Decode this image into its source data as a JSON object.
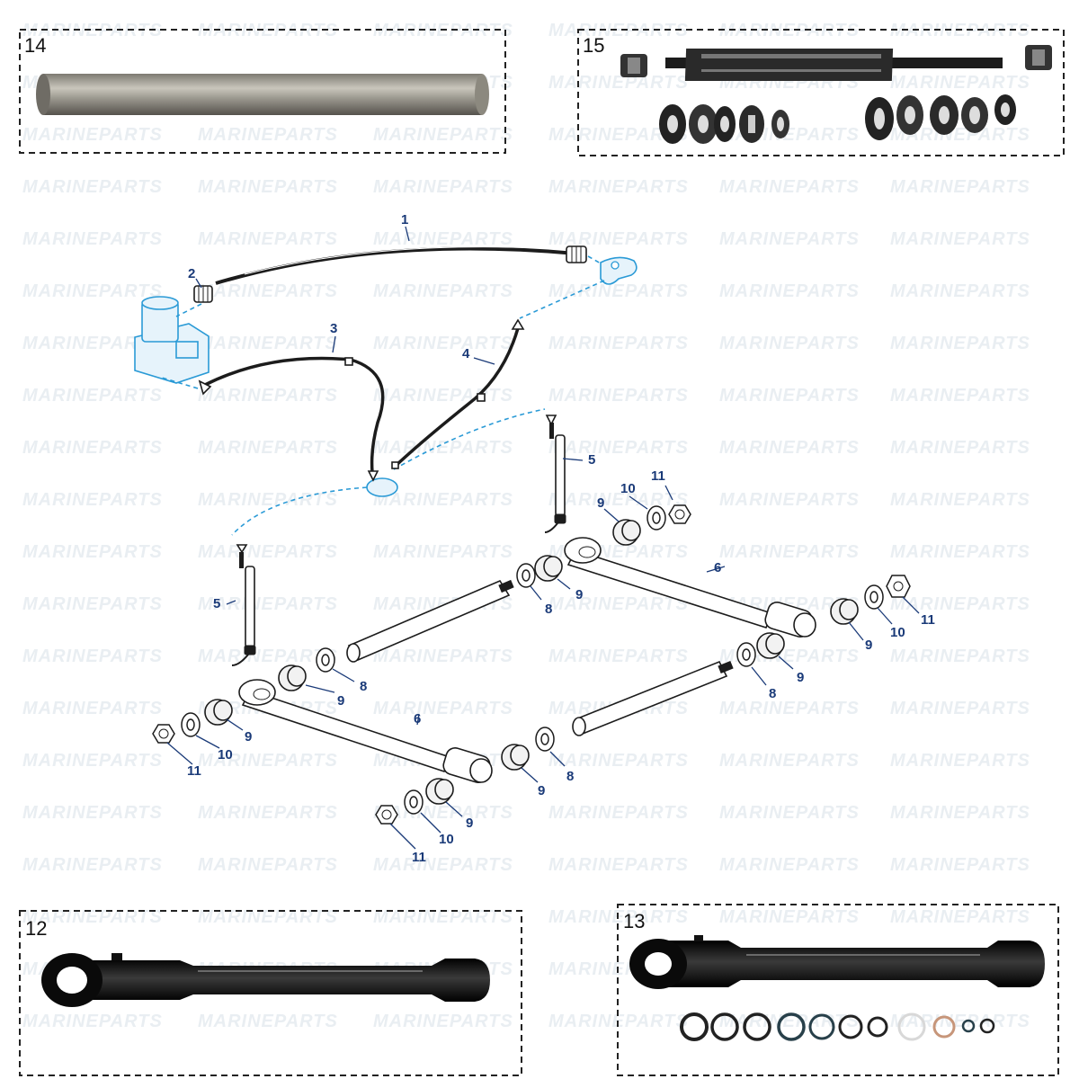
{
  "watermark": {
    "text": "MARINEPARTS"
  },
  "boxes": {
    "box14": {
      "number": "14"
    },
    "box15": {
      "number": "15"
    },
    "box12": {
      "number": "12"
    },
    "box13": {
      "number": "13"
    }
  },
  "callouts": {
    "c1": "1",
    "c2": "2",
    "c3": "3",
    "c4": "4",
    "c5a": "5",
    "c5b": "5",
    "c6a": "6",
    "c6b": "6",
    "c8a": "8",
    "c8b": "8",
    "c8c": "8",
    "c8d": "8",
    "c9a": "9",
    "c9b": "9",
    "c9c": "9",
    "c9d": "9",
    "c9e": "9",
    "c9f": "9",
    "c9g": "9",
    "c9h": "9",
    "c10a": "10",
    "c10b": "10",
    "c10c": "10",
    "c10d": "10",
    "c11a": "11",
    "c11b": "11",
    "c11c": "11",
    "c11d": "11"
  },
  "colors": {
    "callout": "#1a3a78",
    "dashed_connector": "#2a9ad6",
    "watermark": "#e9eef2"
  }
}
